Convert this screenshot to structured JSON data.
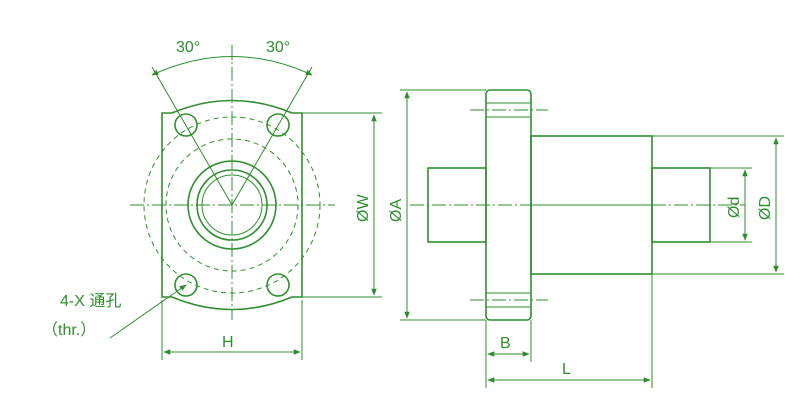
{
  "colors": {
    "line": "#2f8f2f",
    "background": "#ffffff"
  },
  "front_view": {
    "angle_left": "30°",
    "angle_right": "30°",
    "hole_note_line1": "4-X 通孔",
    "hole_note_line2": "（thr.）",
    "dim_H": "H",
    "dim_W": "ØW"
  },
  "side_view": {
    "dim_A": "ØA",
    "dim_d": "Ød",
    "dim_D": "ØD",
    "dim_B": "B",
    "dim_L": "L"
  }
}
